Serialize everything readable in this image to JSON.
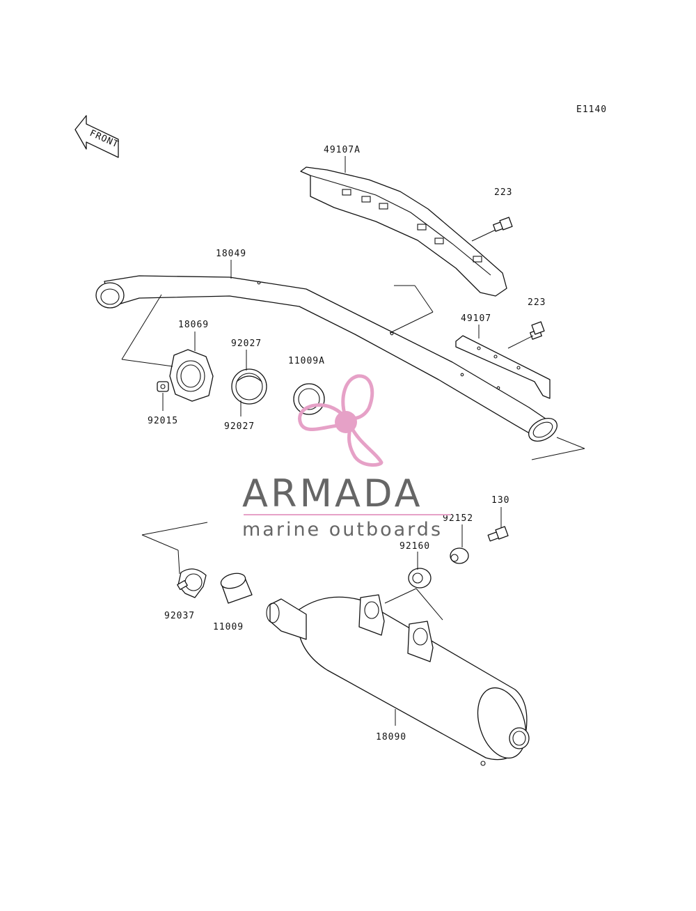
{
  "diagram_code": "E1140",
  "front_label": "FRONT",
  "parts": {
    "heat_guard_a": "49107A",
    "bolt_upper": "223",
    "exhaust_pipe": "18049",
    "bolt_lower": "223",
    "heat_guard": "49107",
    "gasket_flange": "18069",
    "gasket_upper": "92027",
    "gasket_lower": "92027",
    "collar_a": "11009A",
    "stud_nut": "92015",
    "bolt_130": "130",
    "collar_92152": "92152",
    "damper_92160": "92160",
    "clamp": "92037",
    "collar_11009": "11009",
    "muffler": "18090"
  },
  "watermark": {
    "brand": "ARMADA",
    "tagline": "marine outboards",
    "colors": {
      "logo": "#e6a1c7",
      "text": "#666666"
    }
  }
}
